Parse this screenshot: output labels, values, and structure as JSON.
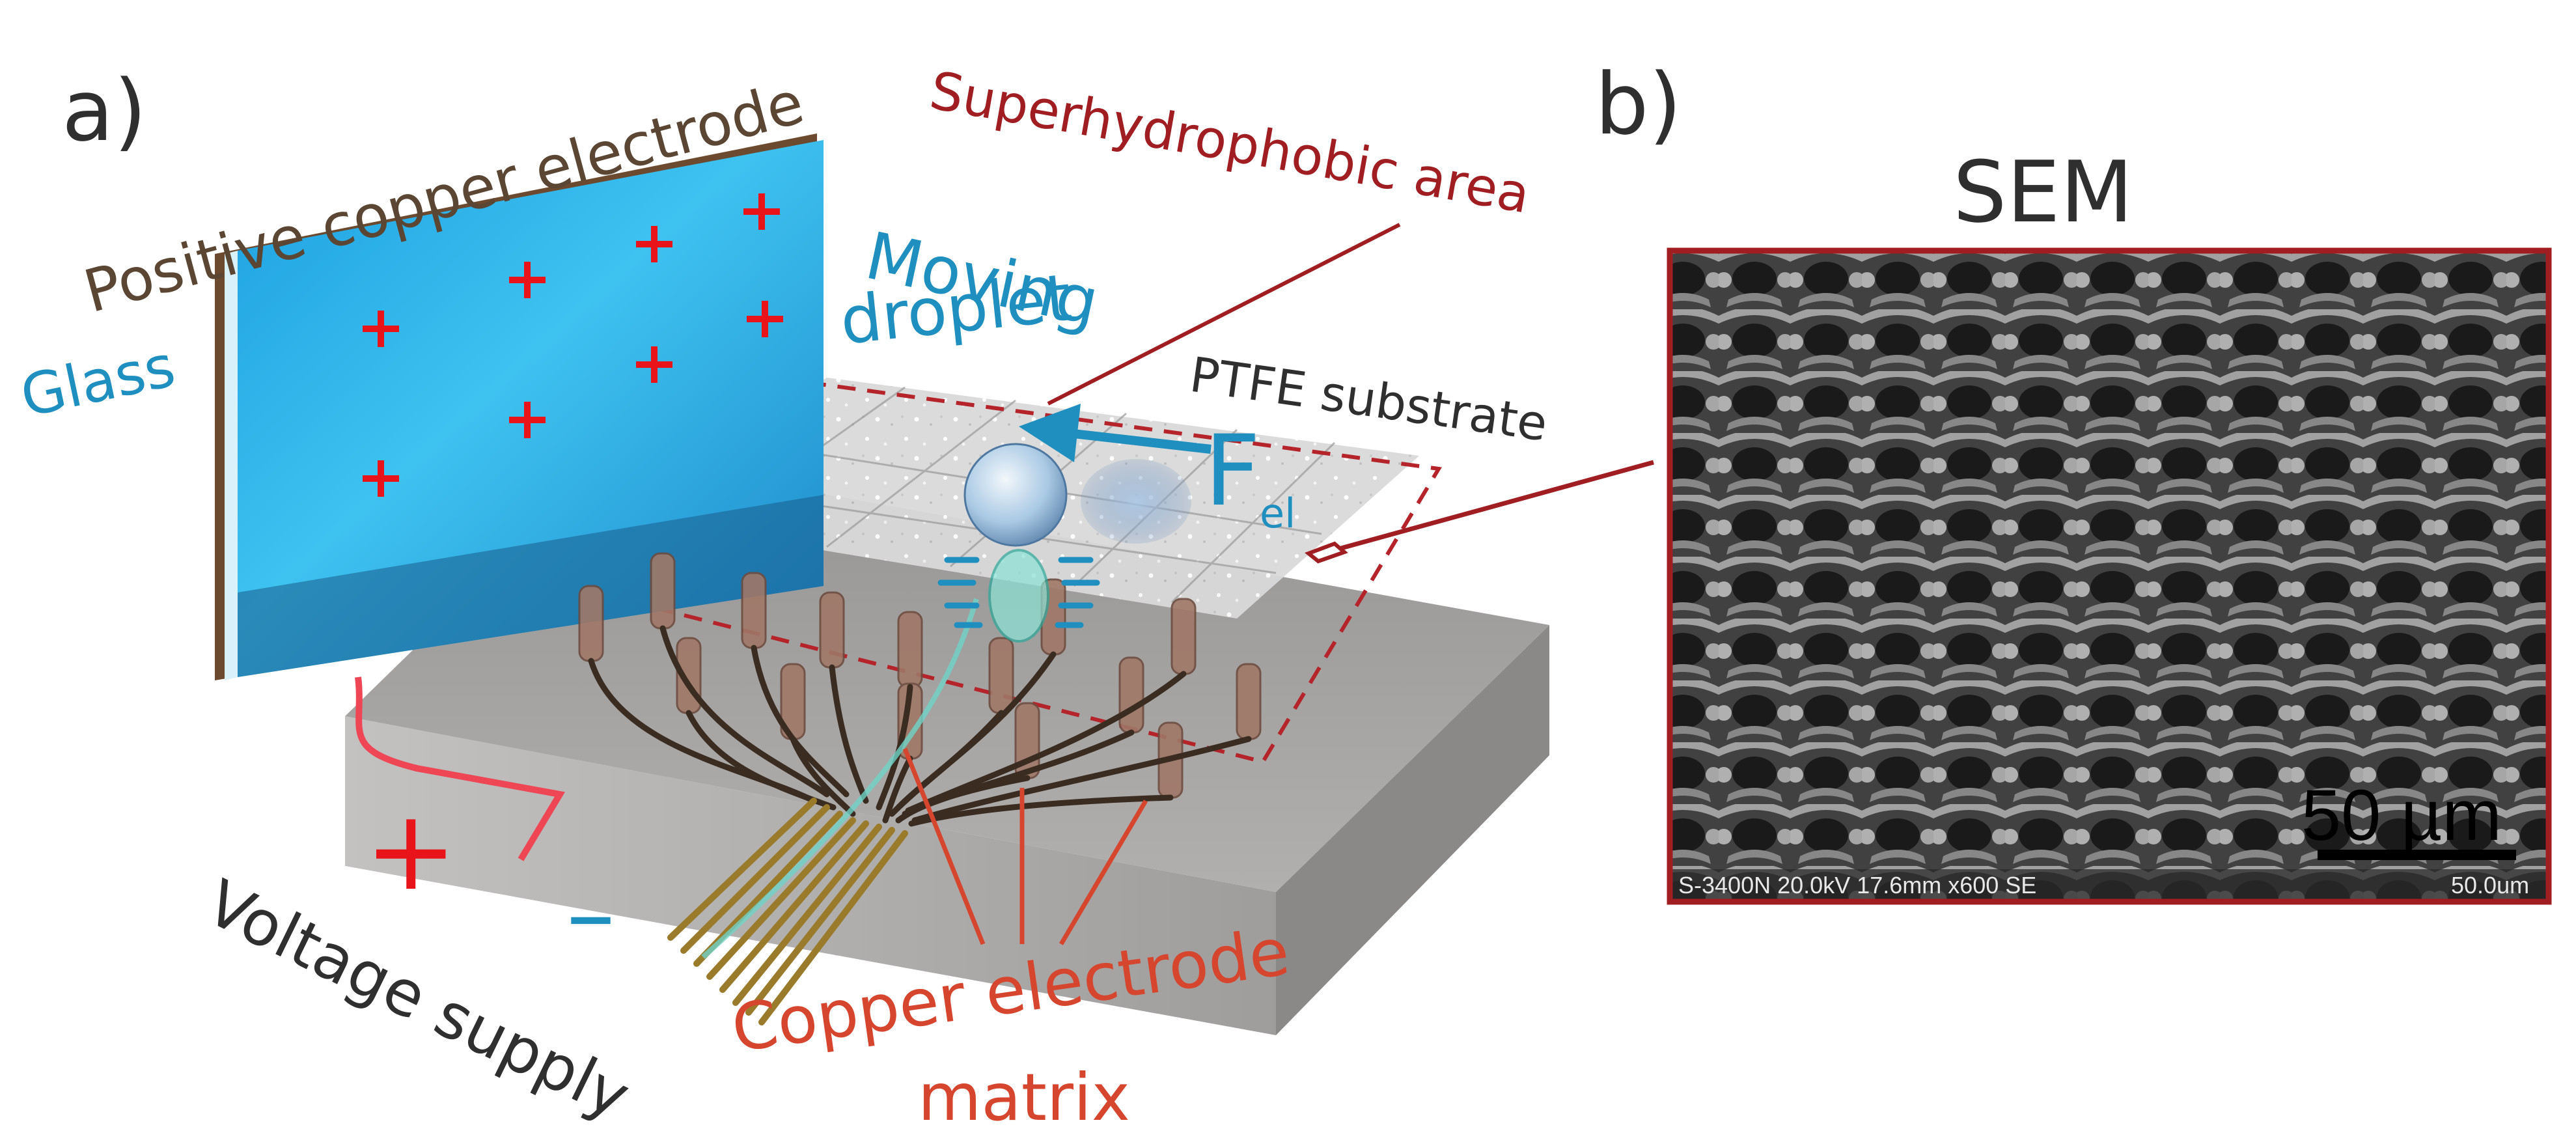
{
  "panel_a": {
    "label": "a)",
    "positive_electrode": "Positive copper electrode",
    "glass": "Glass",
    "moving_droplet_line1": "Moving",
    "moving_droplet_line2": "droplet",
    "superhydrophobic_area": "Superhydrophobic area",
    "ptfe_substrate": "PTFE substrate",
    "force_symbol": "F",
    "force_subscript": "el",
    "voltage_supply": "Voltage supply",
    "plus_sign": "+",
    "minus_sign": "–",
    "copper_matrix_line1": "Copper electrode",
    "copper_matrix_line2": "matrix"
  },
  "panel_b": {
    "label": "b)",
    "title": "SEM",
    "scale_bar_label": "50 µm",
    "info_bar": "S-3400N 20.0kV 17.6mm x600 SE",
    "info_scale": "50.0um"
  },
  "colors": {
    "electrode_label": "#5a4632",
    "droplet_blue": "#1f8fc0",
    "dark_red": "#a01e22",
    "orange_red": "#d6452d",
    "plus_red": "#e8141a",
    "dark_text": "#2f2f2f",
    "glass_blue": "#19a7e6"
  }
}
